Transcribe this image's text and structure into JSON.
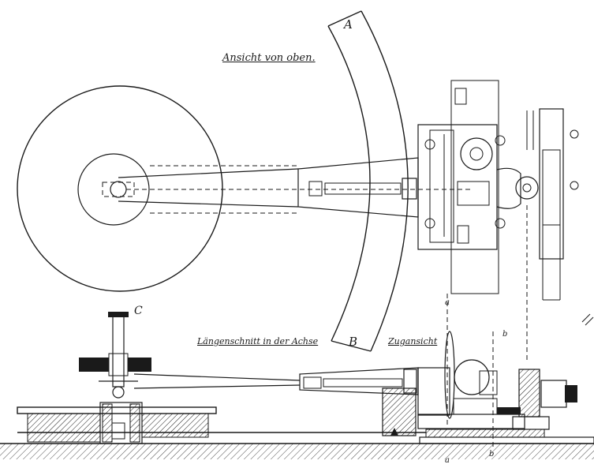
{
  "labels": {
    "top_view": "Ansicht von oben.",
    "section": "Längenschnitt in der Achse",
    "end_view": "Zugansicht"
  },
  "letters": {
    "arc_top": "A",
    "arc_bottom": "B",
    "screw": "C",
    "mark_a_top": "a",
    "mark_a_bottom": "a",
    "mark_b_top": "b",
    "mark_b_bottom": "b"
  }
}
